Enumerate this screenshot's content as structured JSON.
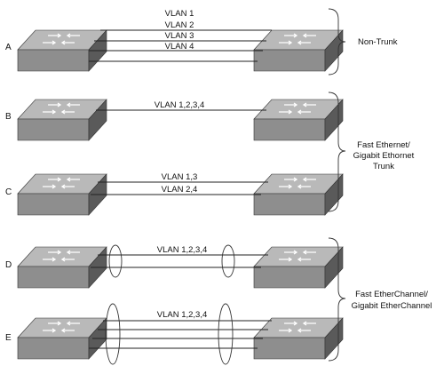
{
  "rows": [
    {
      "letter": "A",
      "link_labels": [
        "VLAN 1",
        "VLAN 2",
        "VLAN 3",
        "VLAN 4"
      ]
    },
    {
      "letter": "B",
      "link_labels": [
        "VLAN 1,2,3,4"
      ]
    },
    {
      "letter": "C",
      "link_labels": [
        "VLAN 1,3",
        "VLAN 2,4"
      ]
    },
    {
      "letter": "D",
      "link_labels": [
        "VLAN 1,2,3,4"
      ]
    },
    {
      "letter": "E",
      "link_labels": [
        "VLAN 1,2,3,4"
      ]
    }
  ],
  "groups": {
    "non_trunk": {
      "lines": [
        "Non-Trunk"
      ]
    },
    "trunk": {
      "lines": [
        "Fast Ethernet/",
        "Gigabit Ethornet",
        "Trunk"
      ]
    },
    "etherchannel": {
      "lines": [
        "Fast EtherChannel/",
        "Gigabit EtherChannel"
      ]
    }
  },
  "colors": {
    "switch_top": "#b9b9b9",
    "switch_front": "#8e8e8e",
    "switch_side": "#5a5a5a",
    "line": "#222222"
  }
}
